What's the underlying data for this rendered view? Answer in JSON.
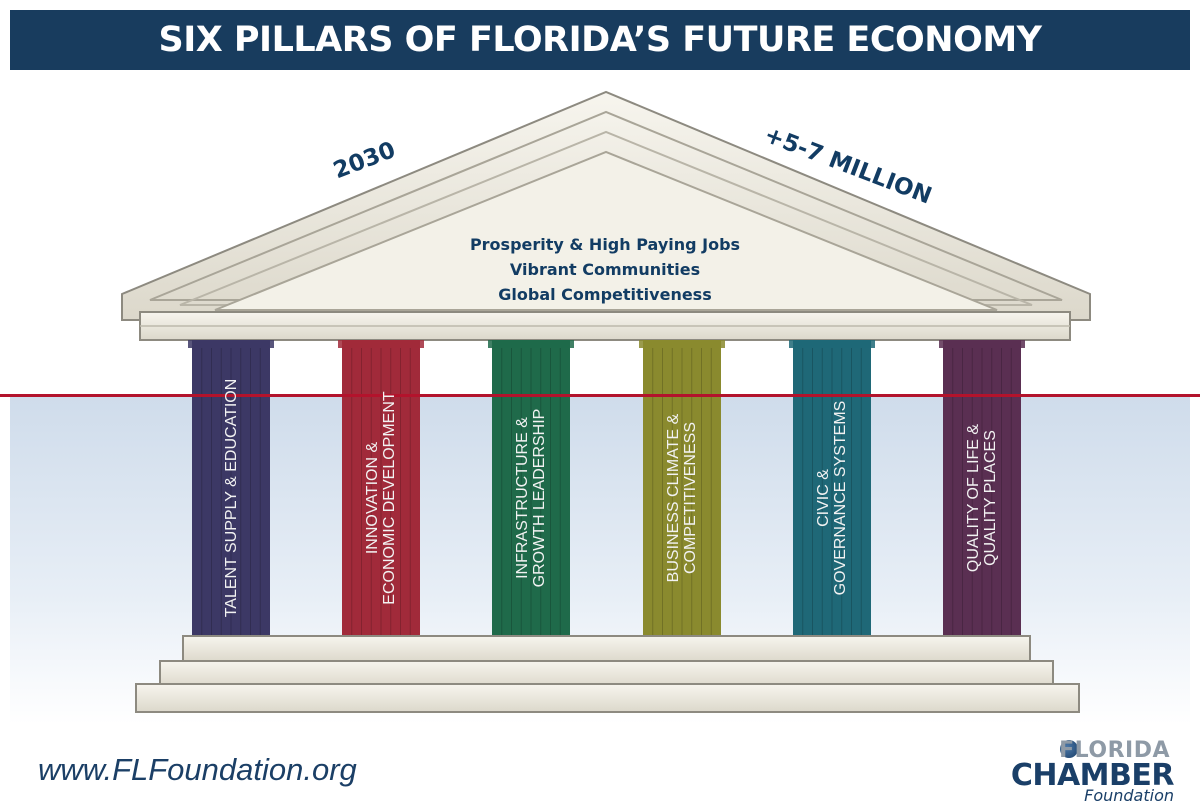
{
  "title": "SIX PILLARS OF FLORIDA’S FUTURE ECONOMY",
  "roof": {
    "left_label": "2030",
    "right_label": "+5-7 MILLION",
    "lines": [
      "Prosperity & High Paying Jobs",
      "Vibrant Communities",
      "Global Competitiveness"
    ]
  },
  "pillars": [
    {
      "lines": [
        "TALENT SUPPLY & EDUCATION"
      ],
      "color": "#3c3865"
    },
    {
      "lines": [
        "INNOVATION &",
        "ECONOMIC DEVELOPMENT"
      ],
      "color": "#a12a3a"
    },
    {
      "lines": [
        "INFRASTRUCTURE &",
        "GROWTH LEADERSHIP"
      ],
      "color": "#1f6a4a"
    },
    {
      "lines": [
        "BUSINESS CLIMATE &",
        "COMPETITIVENESS"
      ],
      "color": "#8a8a2e"
    },
    {
      "lines": [
        "CIVIC &",
        "GOVERNANCE SYSTEMS"
      ],
      "color": "#1f6877"
    },
    {
      "lines": [
        "QUALITY OF LIFE &",
        "QUALITY PLACES"
      ],
      "color": "#5a2f52"
    }
  ],
  "footer": {
    "url": "www.FLFoundation.org",
    "logo_line1": "FLORIDA",
    "logo_line2": "CHAMBER",
    "logo_line3": "Foundation"
  },
  "colors": {
    "title_bar": "#183c5e",
    "text_navy": "#123c63",
    "divider": "#b3132c",
    "stone": "#efece2"
  }
}
